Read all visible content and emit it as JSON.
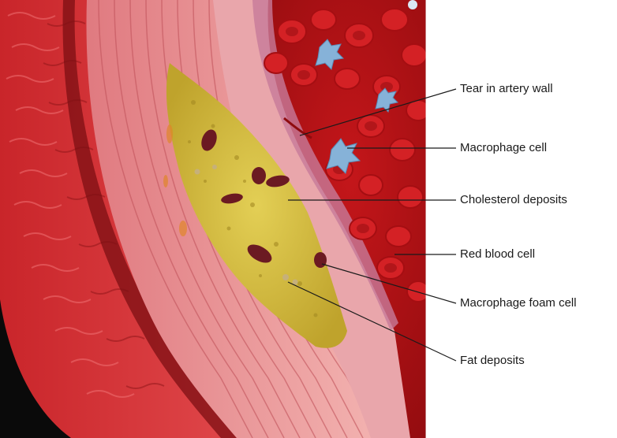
{
  "labels": {
    "tear": "Tear in artery wall",
    "macrophage": "Macrophage cell",
    "cholesterol": "Cholesterol deposits",
    "red_blood_cell": "Red blood cell",
    "foam_cell": "Macrophage foam cell",
    "fat": "Fat deposits"
  },
  "colors": {
    "outer_wall": "#d8363a",
    "muscle_layer": "#e98a8c",
    "fibrous_cap": "#f2b6b0",
    "plaque": "#d9c241",
    "blood": "#b40f12",
    "red_cell": "#d42125",
    "macrophage": "#86b2d8",
    "foam_cell": "#6b1a22",
    "background_dark": "#0a0a0a"
  }
}
